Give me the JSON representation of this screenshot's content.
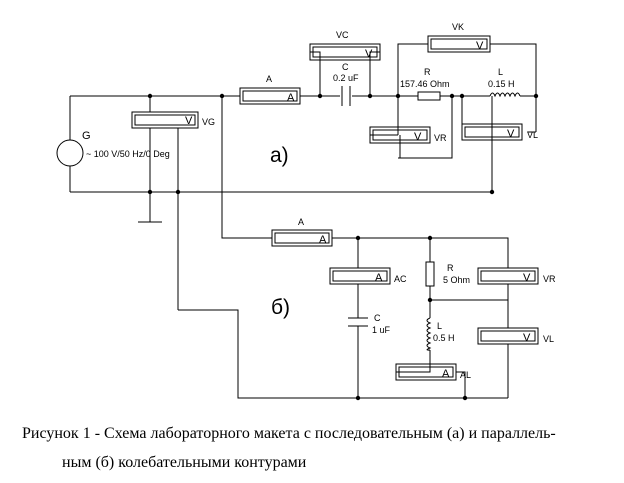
{
  "diagram_a": {
    "label": "а)",
    "generator": {
      "name": "G",
      "spec": "100 V/50 Hz/0 Deg"
    },
    "meters": {
      "vg": {
        "label": "VG",
        "unit": "V"
      },
      "vc": {
        "label": "VC",
        "unit": "V"
      },
      "vk": {
        "label": "VK",
        "unit": "V"
      },
      "vr": {
        "label": "VR",
        "unit": "V"
      },
      "vl": {
        "label": "VL",
        "unit": "V"
      },
      "a": {
        "label": "A",
        "unit": "A"
      }
    },
    "capacitor": {
      "name": "C",
      "value": "0.2 uF"
    },
    "resistor": {
      "name": "R",
      "value": "157.46  Ohm"
    },
    "inductor": {
      "name": "L",
      "value": "0.15 H"
    }
  },
  "diagram_b": {
    "label": "б)",
    "meters": {
      "a": {
        "label": "A",
        "unit": "A"
      },
      "ac": {
        "label": "AC",
        "unit": "A"
      },
      "al": {
        "label": "AL",
        "unit": "A"
      },
      "vr": {
        "label": "VR",
        "unit": "V"
      },
      "vl": {
        "label": "VL",
        "unit": "V"
      }
    },
    "resistor": {
      "name": "R",
      "value": "5  Ohm"
    },
    "capacitor": {
      "name": "C",
      "value": "1 uF"
    },
    "inductor": {
      "name": "L",
      "value": "0.5 H"
    }
  },
  "caption": {
    "line1": "Рисунок 1 -  Схема лабораторного макета с последовательным (а) и параллель-",
    "line2": "ным (б) колебательными контурами"
  }
}
